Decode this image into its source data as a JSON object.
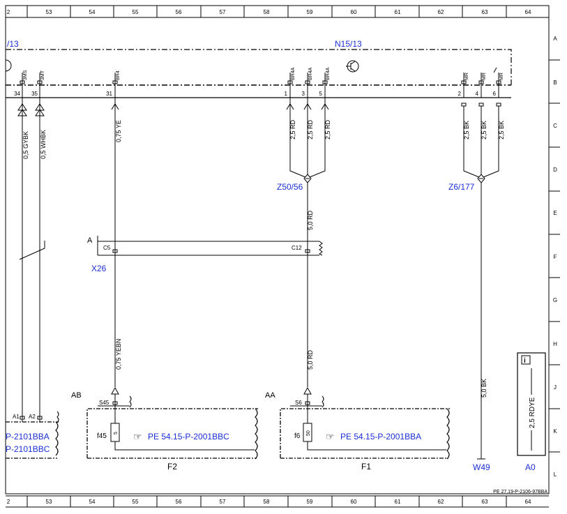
{
  "grid": {
    "columns": [
      "53",
      "54",
      "55",
      "56",
      "57",
      "58",
      "59",
      "60",
      "61",
      "62",
      "63",
      "64"
    ],
    "col_top_left_partial": "2",
    "col_bottom_left_partial": "2",
    "rows": [
      "A",
      "B",
      "C",
      "D",
      "E",
      "F",
      "G",
      "H",
      "J",
      "K",
      "L"
    ]
  },
  "modules": {
    "left_partial_label": "/13",
    "n15_label": "N15/13"
  },
  "pins": {
    "p34": "34",
    "p35": "35",
    "p31": "31",
    "p1": "1",
    "p3": "3",
    "p5": "5",
    "p2": "2",
    "p4": "4",
    "p6": "6"
  },
  "pin_signals": {
    "s34": "3MS",
    "s35": "3MT",
    "s31": "BR4",
    "s1": "BR4A",
    "s3": "BR4A",
    "s5": "BR4A",
    "s2": "MR",
    "s4": "MR",
    "s6": "MR"
  },
  "wires": {
    "w34": "0,5 GYBK",
    "w35": "0,5 WHBK",
    "w31": "0,75 YE",
    "w1": "2,5 RD",
    "w3": "2,5 RD",
    "w5": "2,5 RD",
    "w2": "2,5 BK",
    "w4": "2,5 BK",
    "w6": "2,5 BK",
    "w_z50": "5,0 RD",
    "w_f2": "0,75 YEBN",
    "w_f1": "5,0 RD",
    "w_w49": "5,0 BK",
    "w_a0": "2,5 RDYE"
  },
  "splices": {
    "z50": "Z50/56",
    "z6": "Z6/177"
  },
  "connector_x26": {
    "letter": "A",
    "name": "X26",
    "pin_c5": "C5",
    "pin_c12": "C12"
  },
  "fuse_f2": {
    "letter": "AB",
    "socket": "S45",
    "fuse": "f45",
    "rating": "5",
    "ref": "PE 54.15-P-2001BBC",
    "label": "F2"
  },
  "fuse_f1": {
    "letter": "AA",
    "socket": "S6",
    "fuse": "f6",
    "rating": "50",
    "ref": "PE 54.15-P-2001BBA",
    "label": "F1"
  },
  "left_box": {
    "pin_a1": "A1",
    "pin_a2": "A2",
    "ref1": "P-2101BBA",
    "ref2": "P-2101BBC"
  },
  "ground": {
    "label": "W49"
  },
  "info_box": {
    "icon": "i",
    "label": "A0"
  },
  "footer": {
    "doc_ref": "PE 27.19-P-2106-97BBA"
  },
  "colors": {
    "line": "#000000",
    "label": "#1a2fd6"
  }
}
